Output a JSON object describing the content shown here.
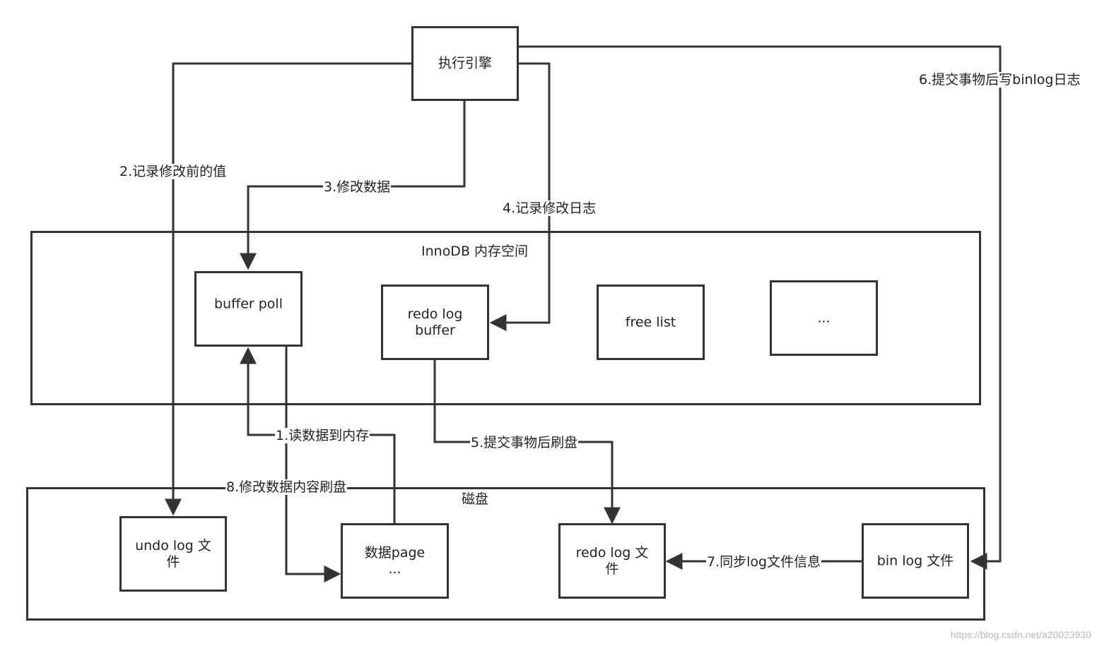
{
  "containers": {
    "memory": {
      "title": "InnoDB 内存空间"
    },
    "disk": {
      "title": "磁盘"
    }
  },
  "nodes": {
    "engine": {
      "line1": "执行引擎",
      "line2": ""
    },
    "buffer_poll": {
      "line1": "buffer poll",
      "line2": ""
    },
    "redo_buffer": {
      "line1": "redo log",
      "line2": "buffer"
    },
    "free_list": {
      "line1": "free list",
      "line2": ""
    },
    "more_mem": {
      "line1": "...",
      "line2": ""
    },
    "undo_file": {
      "line1": "undo log 文",
      "line2": "件"
    },
    "data_page": {
      "line1": "数据page",
      "line2": "..."
    },
    "redo_file": {
      "line1": "redo log 文",
      "line2": "件"
    },
    "bin_file": {
      "line1": "bin log 文件",
      "line2": ""
    }
  },
  "edges": {
    "e1": "1.读数据到内存",
    "e2": "2.记录修改前的值",
    "e3": "3.修改数据",
    "e4": "4.记录修改日志",
    "e5": "5.提交事物后刷盘",
    "e6": "6.提交事物后写binlog日志",
    "e7": "7.同步log文件信息",
    "e8": "8.修改数据内容刷盘"
  },
  "watermark": "https://blog.csdn.net/a20023930"
}
